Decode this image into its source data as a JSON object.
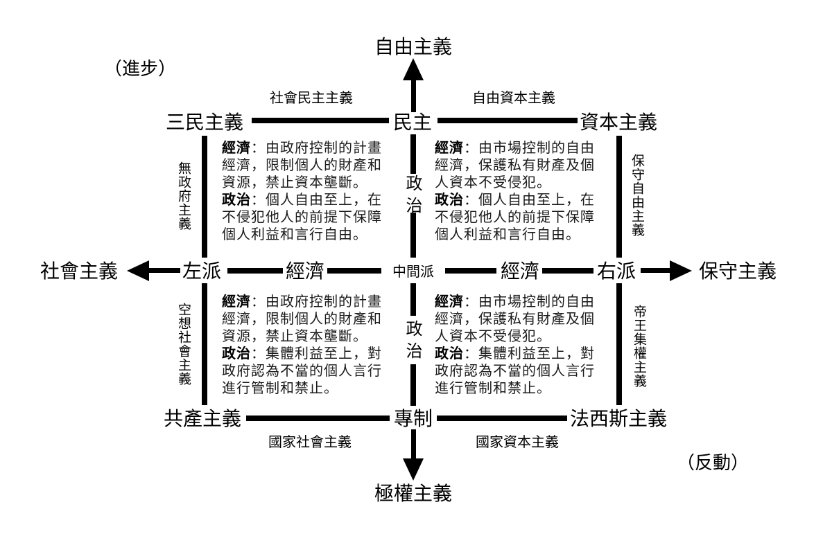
{
  "title_axes": {
    "top": "自由主義",
    "bottom": "極權主義",
    "left": "社會主義",
    "right": "保守主義",
    "top_annotation": "（進步）",
    "bottom_annotation": "（反動）"
  },
  "grid_nodes": {
    "top_left": "三民主義",
    "top_center": "民主",
    "top_right": "資本主義",
    "mid_left": "左派",
    "center": "中間派",
    "mid_right": "右派",
    "bottom_left": "共產主義",
    "bottom_center": "專制",
    "bottom_right": "法西斯主義"
  },
  "axis_dimension_labels": {
    "economy_left": "經濟",
    "economy_right": "經濟",
    "politics_upper": "政治",
    "politics_lower": "政治"
  },
  "edge_labels": {
    "top_left": "社會民主主義",
    "top_right": "自由資本主義",
    "bottom_left": "國家社會主義",
    "bottom_right": "國家資本主義",
    "side_left_upper": "無政府主義",
    "side_left_lower": "空想社會主義",
    "side_right_upper": "保守自由主義",
    "side_right_lower": "帝王集權主義"
  },
  "quadrants": {
    "upper_left": {
      "economy_term": "經濟",
      "economy_desc": "：由政府控制的計畫經濟，限制個人的財產和資源，禁止資本壟斷。",
      "politics_term": "政治",
      "politics_desc": "：個人自由至上，在不侵犯他人的前提下保障個人利益和言行自由。"
    },
    "upper_right": {
      "economy_term": "經濟",
      "economy_desc": "：由市場控制的自由經濟，保護私有財產及個人資本不受侵犯。",
      "politics_term": "政治",
      "politics_desc": "：個人自由至上，在不侵犯他人的前提下保障個人利益和言行自由。"
    },
    "lower_left": {
      "economy_term": "經濟",
      "economy_desc": "：由政府控制的計畫經濟，限制個人的財產和資源，禁止資本壟斷。",
      "politics_term": "政治",
      "politics_desc": "：集體利益至上，對政府認為不當的個人言行進行管制和禁止。"
    },
    "lower_right": {
      "economy_term": "經濟",
      "economy_desc": "：由市場控制的自由經濟，保護私有財產及個人資本不受侵犯。",
      "politics_term": "政治",
      "politics_desc": "：集體利益至上，對政府認為不當的個人言行進行管制和禁止。"
    }
  },
  "colors": {
    "ink": "#000000",
    "background": "#ffffff",
    "body_text": "#1a1a1a"
  }
}
